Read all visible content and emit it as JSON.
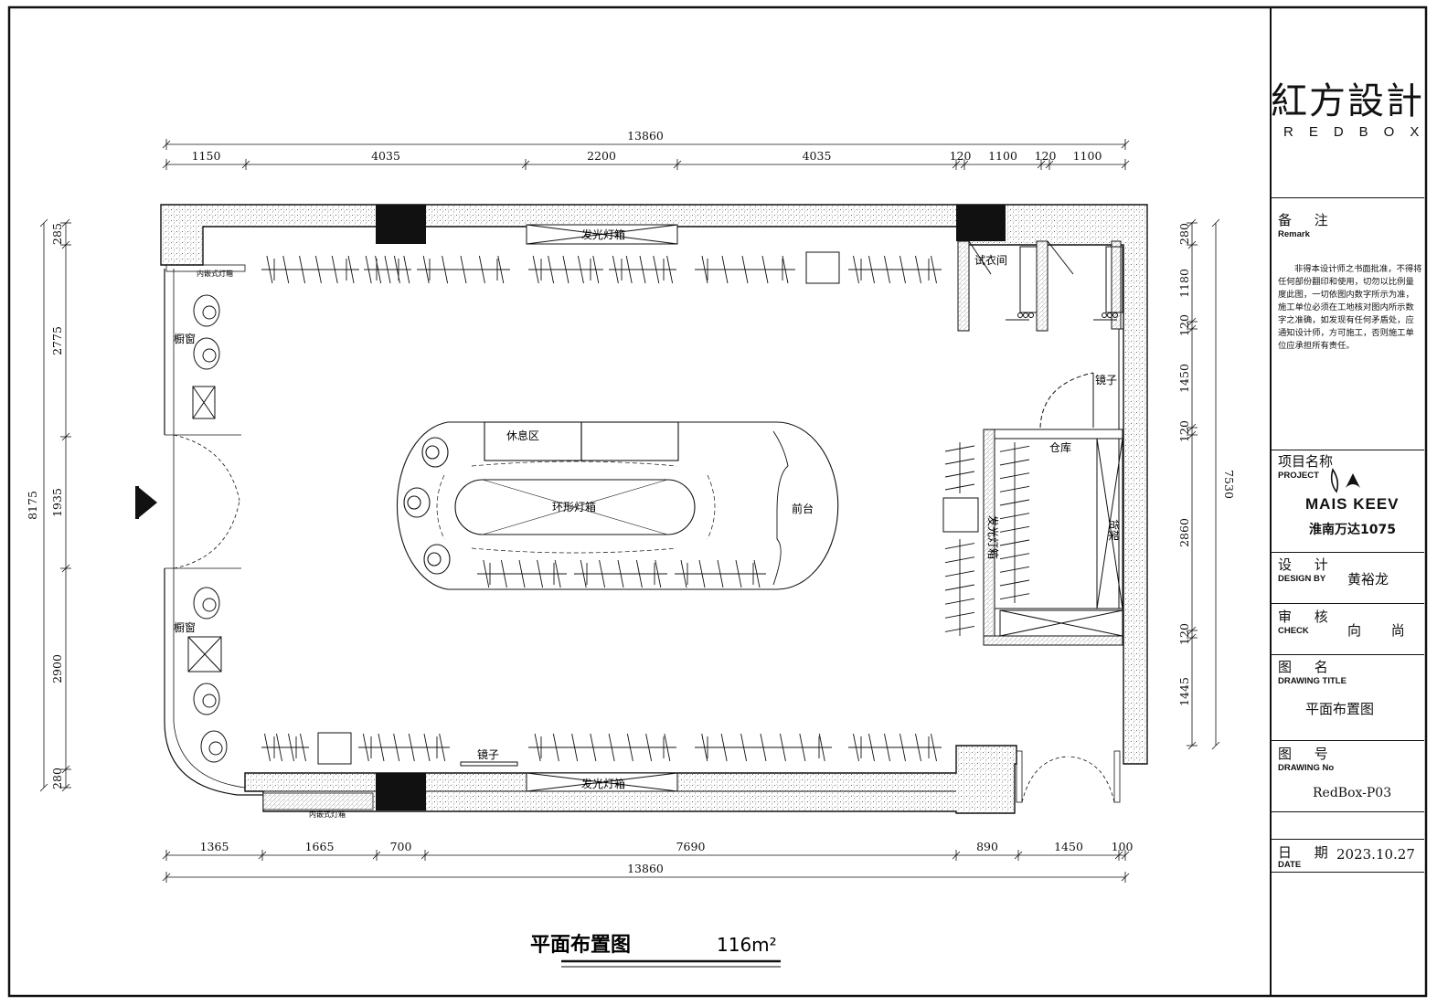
{
  "plan": {
    "dims_top_total": "13860",
    "dims_top": [
      "1150",
      "4035",
      "2200",
      "4035",
      "120",
      "1100",
      "120",
      "1100"
    ],
    "dims_bottom_total": "13860",
    "dims_bottom": [
      "1365",
      "1665",
      "700",
      "7690",
      "890",
      "1450",
      "100"
    ],
    "dims_left_total": "8175",
    "dims_left": [
      "285",
      "2775",
      "1935",
      "2900",
      "280"
    ],
    "dims_right_total": "7530",
    "dims_right": [
      "280",
      "1180",
      "120",
      "1450",
      "120",
      "2860",
      "120",
      "1445"
    ],
    "labels": {
      "lightbox_top": "发光灯箱",
      "lightbox_bottom": "发光灯箱",
      "embedded_top": "内嵌式灯箱",
      "embedded_bottom": "内嵌式灯箱",
      "window_top": "橱窗",
      "window_bottom": "橱窗",
      "lounge": "休息区",
      "ring_lightbox": "环形灯箱",
      "front_desk": "前台",
      "fitting_room": "试衣间",
      "mirror_right": "镜子",
      "mirror_bottom": "镜子",
      "storage": "仓库",
      "rack": "货架",
      "lightbox_vertical": "发光灯箱"
    },
    "caption_title": "平面布置图",
    "caption_area": "116m²"
  },
  "titleblock": {
    "logo_cn": "紅方設計",
    "logo_en": "REDBOX",
    "remark_cn": "备 注",
    "remark_en": "Remark",
    "remark_text": "非得本设计师之书面批准，不得将任何部份翻印和使用，切勿以比例量度此图，一切依图内数字所示为准，施工单位必须在工地核对图内所示数字之准确，如发现有任何矛盾处，应通知设计师，方可施工，否则施工单位应承担所有责任。",
    "project_cn": "项目名称",
    "project_en": "PROJECT",
    "brand": "MAIS KEEV",
    "project_name": "淮南万达1075",
    "design_cn": "设 计",
    "design_en": "DESIGN BY",
    "designer": "黄裕龙",
    "check_cn": "审 核",
    "check_en": "CHECK",
    "checker": "向 尚",
    "title_cn": "图 名",
    "title_en": "DRAWING TITLE",
    "drawing_title": "平面布置图",
    "no_cn": "图 号",
    "no_en": "DRAWING No",
    "drawing_no": "RedBox-P03",
    "date_cn": "日 期",
    "date_en": "DATE",
    "date": "2023.10.27"
  }
}
